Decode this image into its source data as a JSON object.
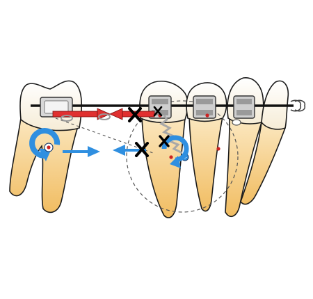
{
  "colors": {
    "tooth_fill": "#fbe2b0",
    "tooth_root": "#f3c36e",
    "crown_fill": "#ffffff",
    "outline": "#1a1a1a",
    "archwire": "#111111",
    "bracket": "#d4d4d4",
    "bracket_dark": "#8c8c8c",
    "force_red": "#e03030",
    "moment_blue": "#2f8fe0",
    "marker": "#000000",
    "spring": "#bdbdbd",
    "dashed_circle": "#555555",
    "center_dot": "#cc2222"
  },
  "elements": {
    "molar": "molar-tooth",
    "premolar": "premolar-tooth",
    "canine_group": "anterior-teeth",
    "archwire": "archwire",
    "force_arrow": "red-force-arrow",
    "moment_arrow_left": "blue-moment-arrow-left",
    "moment_arrow_center": "blue-moment-arrow-center",
    "x_markers": "x-marker",
    "rotation_circle": "dashed-rotation-circle",
    "spring": "coil-spring"
  }
}
